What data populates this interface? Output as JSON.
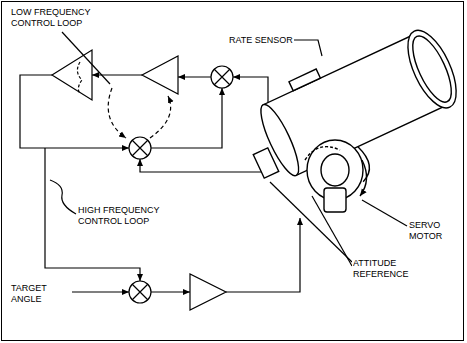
{
  "diagram": {
    "labels": [
      "LOW FREQUENCY CONTROL LOOP",
      "RATE SENSOR",
      "SERVO MOTOR",
      "HIGH FREQUENCY CONTROL LOOP",
      "ATTITUDE REFERENCE",
      "TARGET ANGLE"
    ]
  }
}
